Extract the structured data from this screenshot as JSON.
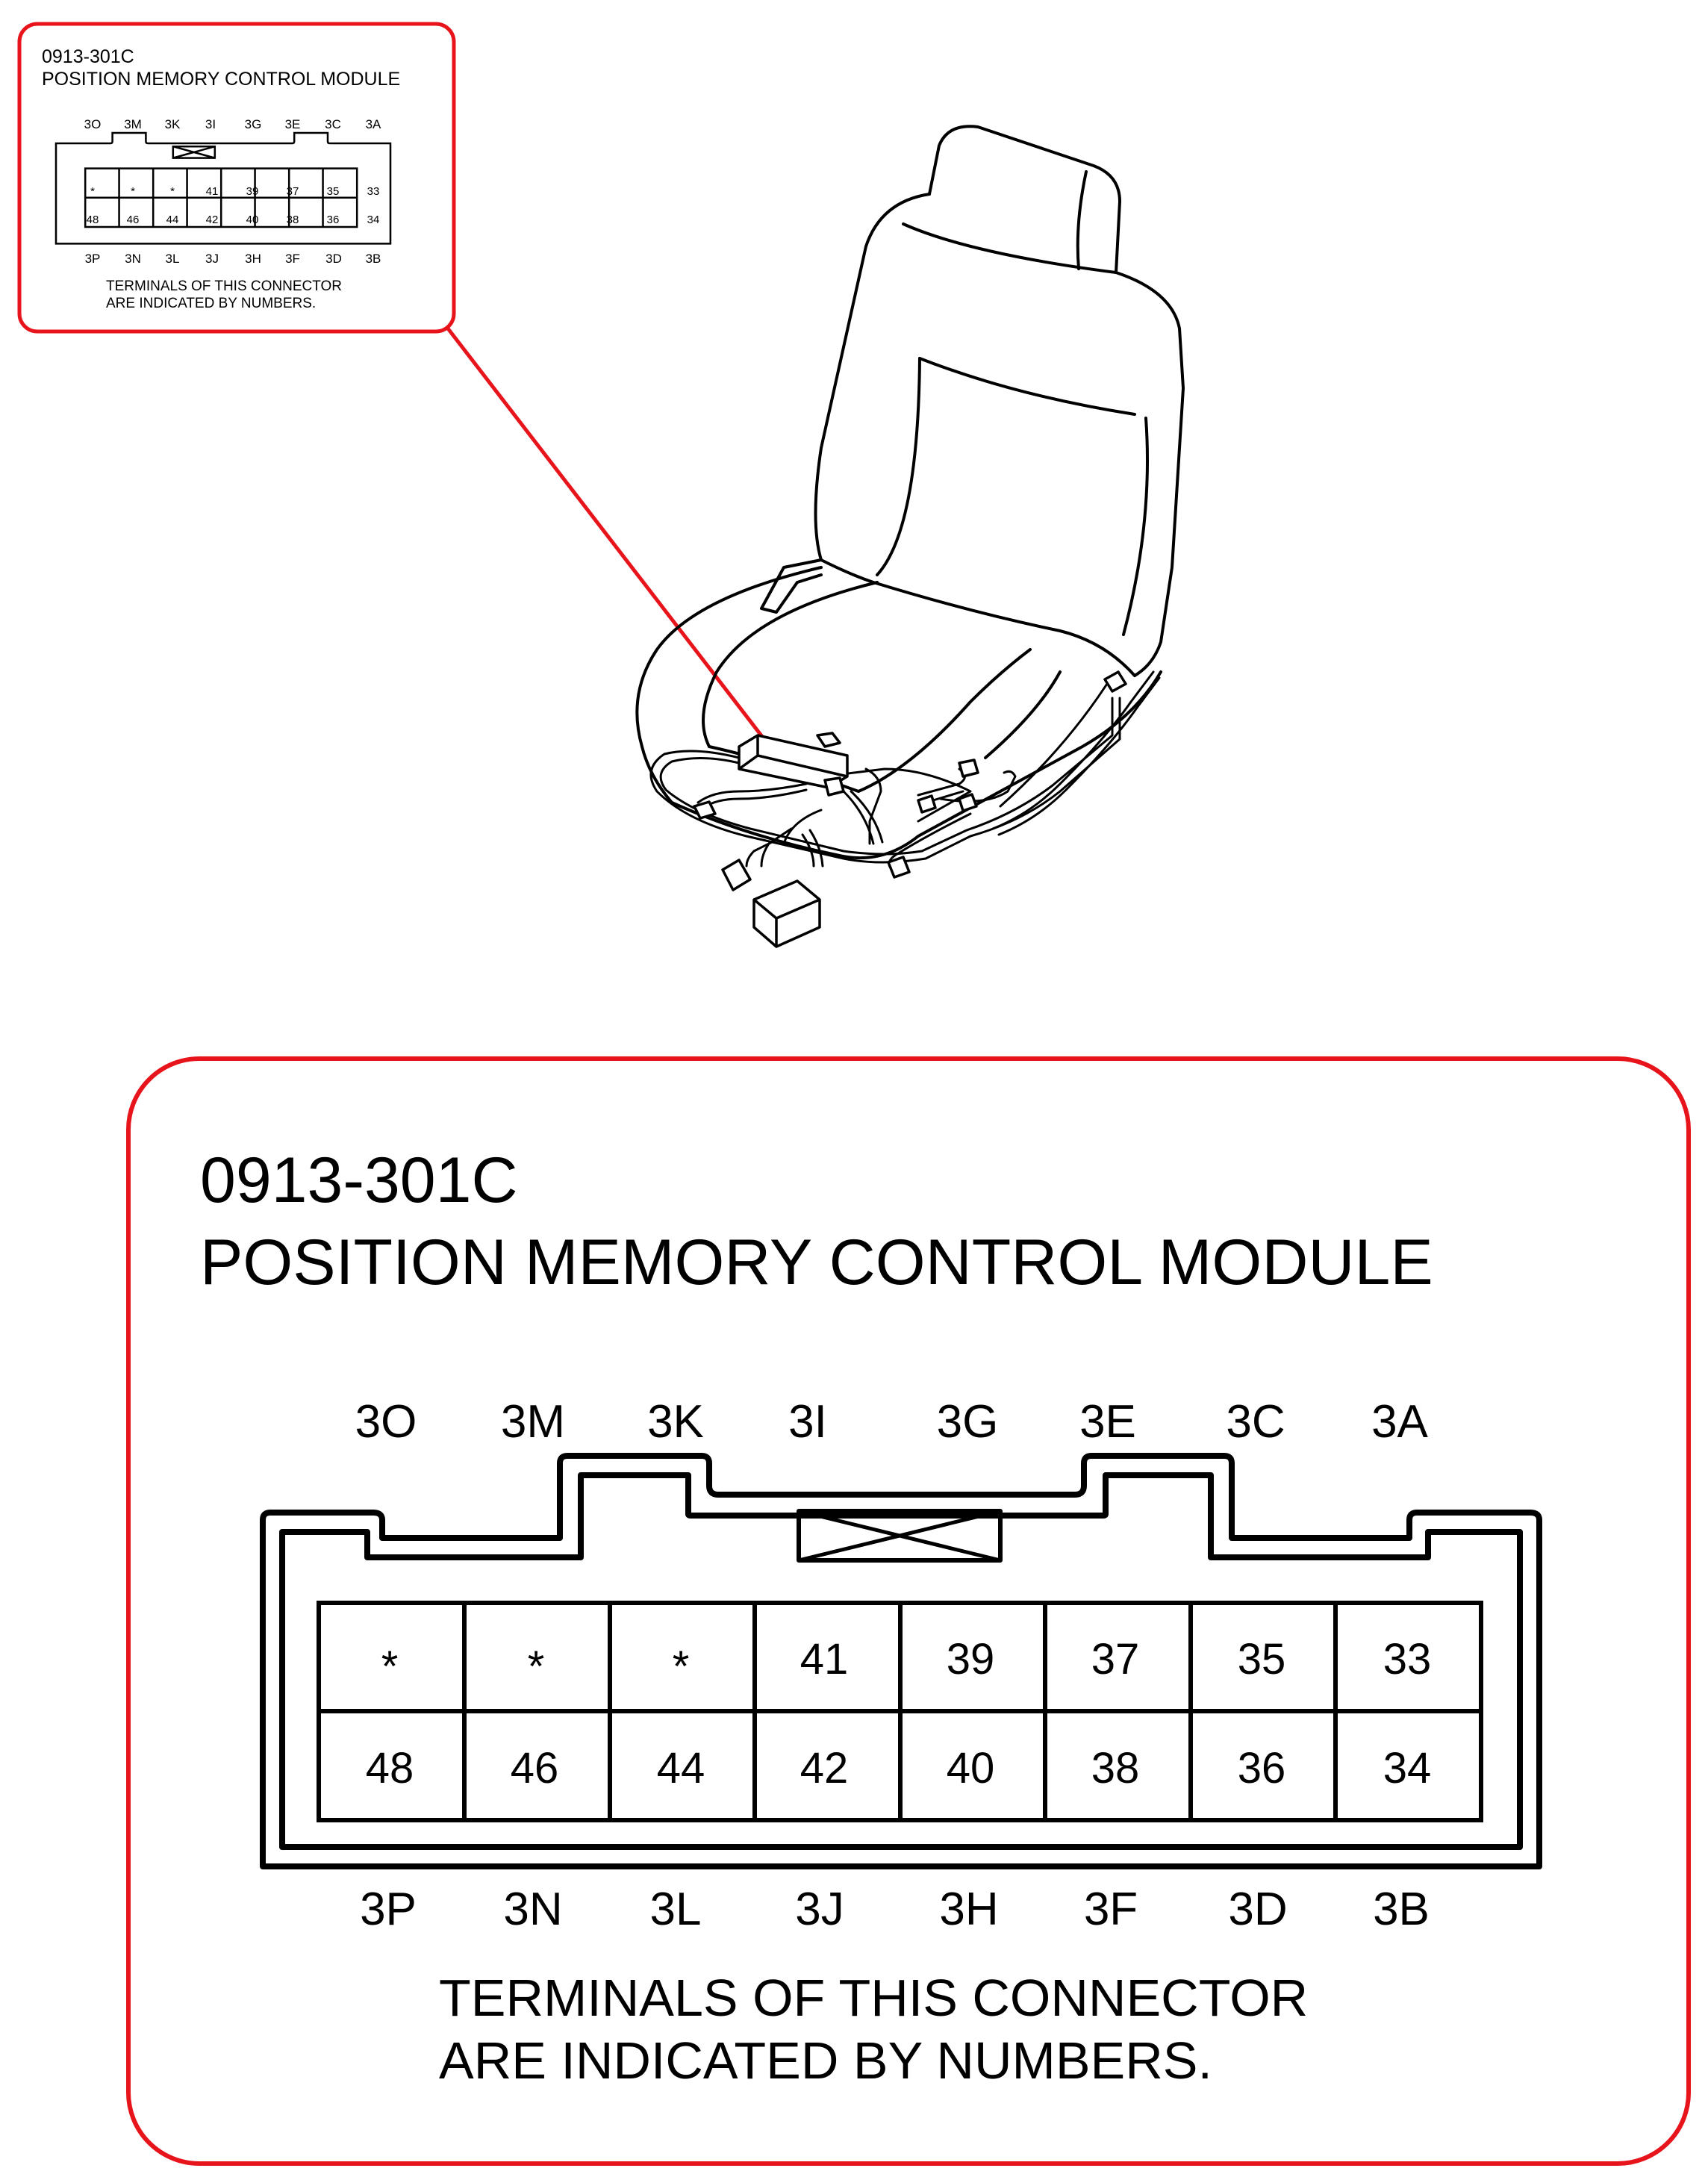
{
  "colors": {
    "callout": "#e8141c",
    "ink": "#000000"
  },
  "module": {
    "part_number": "0913-301C",
    "name": "POSITION MEMORY CONTROL MODULE"
  },
  "connector": {
    "top_labels": [
      "3O",
      "3M",
      "3K",
      "3I",
      "3G",
      "3E",
      "3C",
      "3A"
    ],
    "bottom_labels": [
      "3P",
      "3N",
      "3L",
      "3J",
      "3H",
      "3F",
      "3D",
      "3B"
    ],
    "row1": [
      "*",
      "*",
      "*",
      "41",
      "39",
      "37",
      "35",
      "33"
    ],
    "row2": [
      "48",
      "46",
      "44",
      "42",
      "40",
      "38",
      "36",
      "34"
    ]
  },
  "note": {
    "line1": "TERMINALS OF THIS CONNECTOR",
    "line2": "ARE INDICATED BY NUMBERS."
  }
}
